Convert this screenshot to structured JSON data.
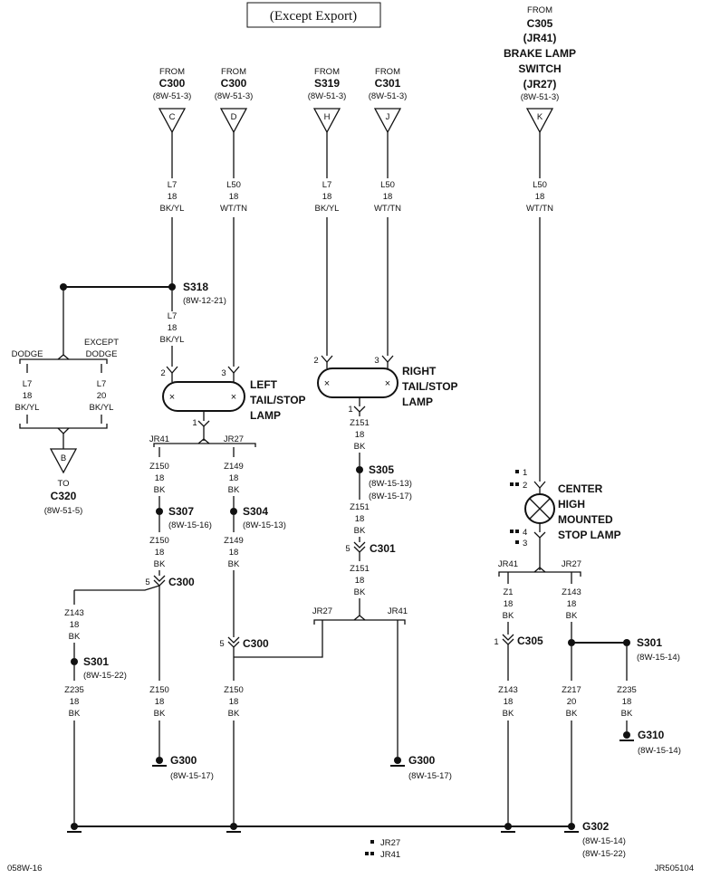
{
  "header": {
    "title": "(Except Export)"
  },
  "footer": {
    "left_code": "058W-16",
    "right_code": "JR505104"
  },
  "legend": {
    "single": "JR27",
    "double": "JR41"
  },
  "connectors": [
    {
      "id": "C",
      "from": "FROM",
      "name": "C300",
      "ref": "(8W-51-3)"
    },
    {
      "id": "D",
      "from": "FROM",
      "name": "C300",
      "ref": "(8W-51-3)"
    },
    {
      "id": "H",
      "from": "FROM",
      "name": "S319",
      "ref": "(8W-51-3)"
    },
    {
      "id": "J",
      "from": "FROM",
      "name": "C301",
      "ref": "(8W-51-3)"
    },
    {
      "id": "K",
      "from": "FROM",
      "name1": "C305",
      "name2": "(JR41)",
      "name3": "BRAKE LAMP",
      "name4": "SWITCH",
      "name5": "(JR27)",
      "ref": "(8W-51-3)"
    }
  ],
  "wires": {
    "w1": {
      "circuit": "L7",
      "gauge": "18",
      "color": "BK/YL"
    },
    "w2": {
      "circuit": "L50",
      "gauge": "18",
      "color": "WT/TN"
    },
    "w3": {
      "circuit": "L7",
      "gauge": "18",
      "color": "BK/YL"
    },
    "w4": {
      "circuit": "L50",
      "gauge": "18",
      "color": "WT/TN"
    },
    "w5": {
      "circuit": "L50",
      "gauge": "18",
      "color": "WT/TN"
    },
    "w6": {
      "circuit": "L7",
      "gauge": "18",
      "color": "BK/YL"
    },
    "w7": {
      "circuit": "L7",
      "gauge": "18",
      "color": "BK/YL"
    },
    "w8": {
      "circuit": "L7",
      "gauge": "20",
      "color": "BK/YL"
    },
    "w9": {
      "circuit": "Z150",
      "gauge": "18",
      "color": "BK"
    },
    "w10": {
      "circuit": "Z149",
      "gauge": "18",
      "color": "BK"
    },
    "w11": {
      "circuit": "Z150",
      "gauge": "18",
      "color": "BK"
    },
    "w12": {
      "circuit": "Z149",
      "gauge": "18",
      "color": "BK"
    },
    "w13": {
      "circuit": "Z143",
      "gauge": "18",
      "color": "BK"
    },
    "w14": {
      "circuit": "Z235",
      "gauge": "18",
      "color": "BK"
    },
    "w15": {
      "circuit": "Z150",
      "gauge": "18",
      "color": "BK"
    },
    "w16": {
      "circuit": "Z150",
      "gauge": "18",
      "color": "BK"
    },
    "w17": {
      "circuit": "Z151",
      "gauge": "18",
      "color": "BK"
    },
    "w18": {
      "circuit": "Z151",
      "gauge": "18",
      "color": "BK"
    },
    "w19": {
      "circuit": "Z151",
      "gauge": "18",
      "color": "BK"
    },
    "w20": {
      "circuit": "Z1",
      "gauge": "18",
      "color": "BK"
    },
    "w21": {
      "circuit": "Z143",
      "gauge": "18",
      "color": "BK"
    },
    "w22": {
      "circuit": "Z143",
      "gauge": "18",
      "color": "BK"
    },
    "w23": {
      "circuit": "Z217",
      "gauge": "20",
      "color": "BK"
    },
    "w24": {
      "circuit": "Z235",
      "gauge": "18",
      "color": "BK"
    }
  },
  "splices": {
    "s318": {
      "name": "S318",
      "ref": "(8W-12-21)"
    },
    "s307": {
      "name": "S307",
      "ref": "(8W-15-16)"
    },
    "s304": {
      "name": "S304",
      "ref": "(8W-15-13)"
    },
    "s305": {
      "name": "S305",
      "ref1": "(8W-15-13)",
      "ref2": "(8W-15-17)"
    },
    "s301a": {
      "name": "S301",
      "ref": "(8W-15-22)"
    },
    "s301b": {
      "name": "S301",
      "ref": "(8W-15-14)"
    }
  },
  "inline_connectors": {
    "c300a": {
      "name": "C300",
      "pin": "5"
    },
    "c300b": {
      "name": "C300",
      "pin": "5"
    },
    "c301": {
      "name": "C301",
      "pin": "5"
    },
    "c305": {
      "name": "C305",
      "pin": "1"
    }
  },
  "grounds": {
    "g300a": {
      "name": "G300",
      "ref": "(8W-15-17)"
    },
    "g300b": {
      "name": "G300",
      "ref": "(8W-15-17)"
    },
    "g310": {
      "name": "G310",
      "ref": "(8W-15-14)"
    },
    "g302": {
      "name": "G302",
      "ref1": "(8W-15-14)",
      "ref2": "(8W-15-22)"
    }
  },
  "lamps": {
    "left": {
      "line1": "LEFT",
      "line2": "TAIL/STOP",
      "line3": "LAMP",
      "pin_a": "2",
      "pin_b": "3",
      "pin_out": "1"
    },
    "right": {
      "line1": "RIGHT",
      "line2": "TAIL/STOP",
      "line3": "LAMP",
      "pin_a": "2",
      "pin_b": "3",
      "pin_out": "1"
    },
    "center": {
      "line1": "CENTER",
      "line2": "HIGH",
      "line3": "MOUNTED",
      "line4": "STOP LAMP",
      "pin_a": "1",
      "pin_b": "2",
      "pin_c": "4",
      "pin_d": "3"
    }
  },
  "branches": {
    "dodge": "DODGE",
    "except_dodge_1": "EXCEPT",
    "except_dodge_2": "DODGE",
    "jr41": "JR41",
    "jr27": "JR27",
    "to": "TO",
    "to_name": "C320",
    "to_ref": "(8W-51-5)",
    "to_id": "B"
  }
}
